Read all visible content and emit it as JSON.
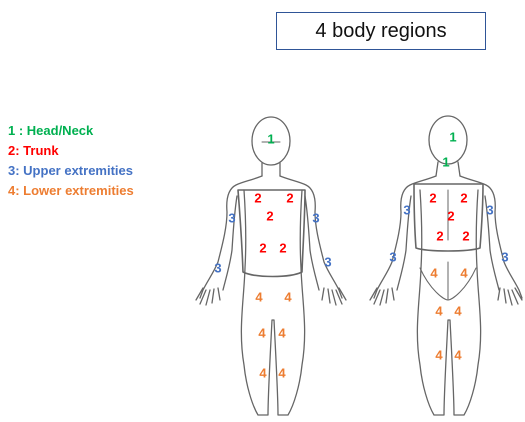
{
  "title": "4 body regions",
  "colors": {
    "head_neck": "#00B050",
    "trunk": "#FF0000",
    "upper_extremities": "#4472C4",
    "lower_extremities": "#ED7D31",
    "title_border": "#2F5597",
    "outline": "#666666"
  },
  "legend": [
    {
      "text": "1 : Head/Neck",
      "color": "#00B050"
    },
    {
      "text": "2: Trunk",
      "color": "#FF0000"
    },
    {
      "text": "3: Upper extremities",
      "color": "#4472C4"
    },
    {
      "text": "4: Lower extremities",
      "color": "#ED7D31"
    }
  ],
  "front_labels": {
    "head": "1",
    "trunk_a": "2",
    "trunk_b": "2",
    "trunk_c": "2",
    "trunk_d": "2",
    "trunk_e": "2",
    "arm_left_upper": "3",
    "arm_right_upper": "3",
    "arm_left_lower": "3",
    "arm_right_lower": "3",
    "leg_a": "4",
    "leg_b": "4",
    "leg_c": "4",
    "leg_d": "4",
    "leg_e": "4",
    "leg_f": "4"
  },
  "back_labels": {
    "head": "1",
    "neck": "1",
    "trunk_a": "2",
    "trunk_b": "2",
    "trunk_c": "2",
    "trunk_d": "2",
    "trunk_e": "2",
    "arm_left_upper": "3",
    "arm_right_upper": "3",
    "arm_left_lower": "3",
    "arm_right_lower": "3",
    "leg_a": "4",
    "leg_b": "4",
    "leg_c": "4",
    "leg_d": "4",
    "leg_e": "4",
    "leg_f": "4"
  }
}
